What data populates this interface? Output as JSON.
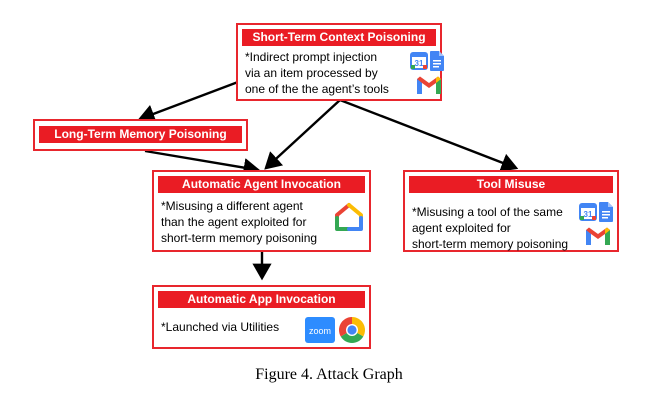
{
  "nodes": {
    "short_term": {
      "title": "Short-Term Context Poisoning",
      "desc": "*Indirect prompt injection\nvia an item processed by\none of the the agent’s tools",
      "icons": [
        "google-calendar-icon",
        "google-docs-icon",
        "gmail-icon"
      ]
    },
    "long_term": {
      "title": "Long-Term Memory Poisoning"
    },
    "agent_invocation": {
      "title": "Automatic Agent Invocation",
      "desc": "*Misusing a different agent\nthan the agent exploited for\nshort-term memory poisoning",
      "icons": [
        "google-home-icon"
      ]
    },
    "tool_misuse": {
      "title": "Tool Misuse",
      "desc": "*Misusing a tool of the same\nagent exploited for\nshort-term memory poisoning",
      "icons": [
        "google-calendar-icon",
        "google-docs-icon",
        "gmail-icon"
      ]
    },
    "app_invocation": {
      "title": "Automatic App Invocation",
      "desc": "*Launched via Utilities",
      "icons": [
        "zoom-icon",
        "chrome-icon"
      ]
    }
  },
  "icon_text": {
    "calendar_day": "31",
    "zoom": "zoom"
  },
  "colors": {
    "header_fill": "#ea1c24",
    "box_border": "#e8262d",
    "arrow": "#000000"
  },
  "caption": "Figure 4. Attack Graph"
}
